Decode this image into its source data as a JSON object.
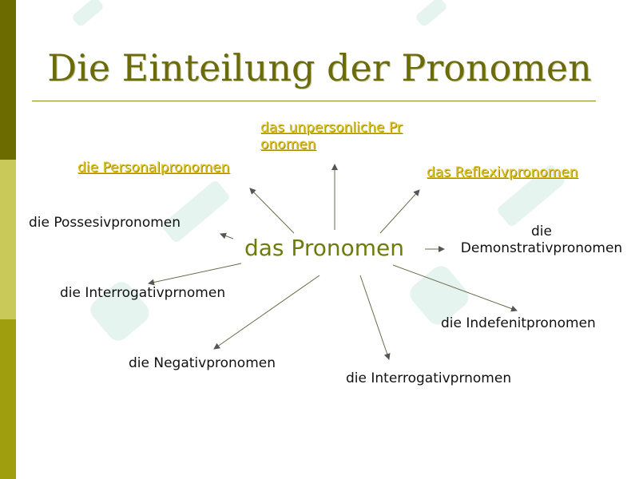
{
  "slide": {
    "title": "Die Einteilung der Pronomen",
    "center": "das Pronomen",
    "links": {
      "unpersonliche_line1": "das unpersonliche Pr",
      "unpersonliche_line2": "onomen",
      "personal": "die Personalpronomen",
      "reflexiv": "das Reflexivpronomen"
    },
    "nodes": {
      "possesiv": "die Possesivpronomen",
      "demonstrativ_line1": "die",
      "demonstrativ_line2": "Demonstrativpronomen",
      "interrogativ_left": "die Interrogativprnomen",
      "indefinit": "die Indefenitpronomen",
      "negativ": "die Negativpronomen",
      "interrogativ_bottom": "die Interrogativprnomen"
    }
  },
  "colors": {
    "title": "#6b6b0b",
    "center": "#6d7d0a",
    "link": "#e0c42a",
    "bar_top": "#6b6b00",
    "bar_middle": "#c9c95a",
    "bar_bottom": "#9e9e0e"
  }
}
